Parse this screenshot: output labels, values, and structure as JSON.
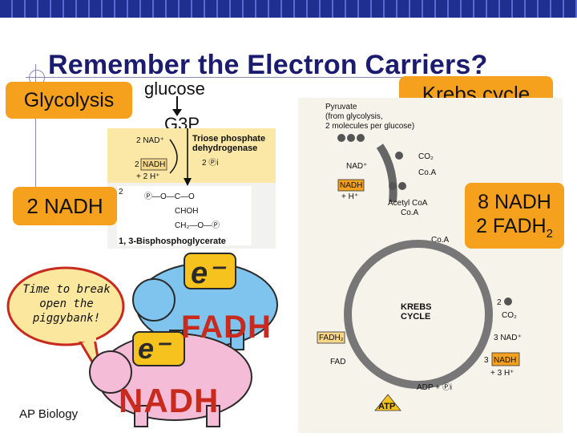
{
  "title": "Remember the Electron Carriers?",
  "labels": {
    "glycolysis": "Glycolysis",
    "glucose": "glucose",
    "g3p": "G3P",
    "two_nadh": "2 NADH",
    "krebs_cycle": "Krebs cycle",
    "eight_nadh": "8 NADH",
    "two_fadh_prefix": "2 FADH",
    "two_fadh_sub": "2"
  },
  "speech_bubble": "Time to break open the piggybank!",
  "footer": "AP Biology",
  "glycolysis_diagram": {
    "nad": "2 NAD⁺",
    "nadh": "NADH",
    "nadh_prefix": "2",
    "h": "+ 2 H⁺",
    "enzyme": "Triose phosphate dehydrogenase",
    "pi": "2 Ⓟi",
    "two": "2",
    "formula_top": "Ⓟ—O—C—O",
    "formula_mid": "CHOH",
    "formula_bot": "CH₂—O—Ⓟ",
    "product": "1, 3-Bisphosphoglycerate"
  },
  "krebs_diagram": {
    "pyruvate": "Pyruvate (from glycolysis, 2 molecules per glucose)",
    "co2_top": "CO₂",
    "nad_plus": "NAD⁺",
    "coa_top": "Co.A",
    "nadh": "NADH",
    "h_plus": "+ H⁺",
    "acetyl_coa": "Acetyl CoA",
    "coa_mid": "Co.A",
    "coa_right": "Co.A",
    "krebs": "KREBS CYCLE",
    "co2_right_prefix": "2",
    "co2_right": "CO₂",
    "nad_three": "3 NAD⁺",
    "fadh2": "FADH₂",
    "fad": "FAD",
    "three_prefix": "3",
    "nadh_three": "NADH",
    "h_three": "+ 3 H⁺",
    "adp": "ADP + Ⓟi",
    "atp": "ATP"
  },
  "cartoons": {
    "e_top": "e⁻",
    "fadh": "FADH",
    "e_bottom": "e⁻",
    "nadh": "NADH"
  },
  "colors": {
    "title": "#1b1b70",
    "label_box": "#f6a11d",
    "top_bar": "#1f2f8f",
    "pig_fadh": "#7ec4ee",
    "pig_nadh": "#f4bcd6",
    "cartoon_text": "#c92a1e"
  }
}
